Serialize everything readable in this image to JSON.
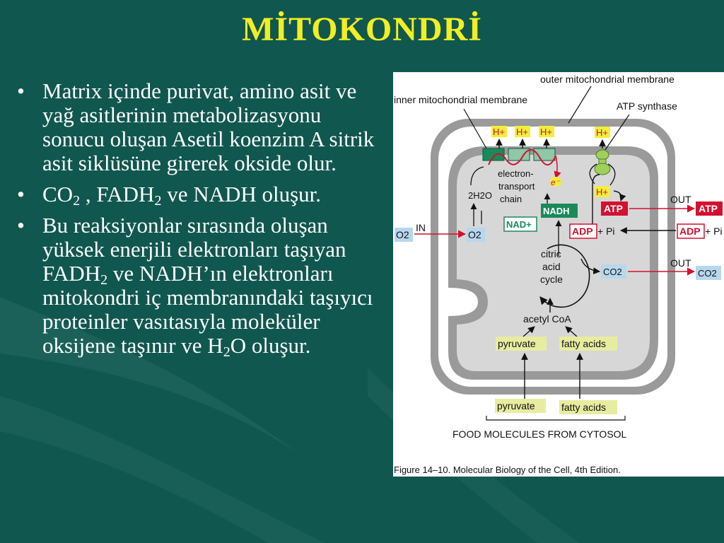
{
  "slide": {
    "title": "MİTOKONDRİ",
    "bullets": [
      {
        "segments": [
          {
            "t": "Matrix içinde   purivat, amino asit ve yağ asitlerinin metabolizasyonu sonucu oluşan Asetil koenzim A sitrik asit siklüsüne girerek okside olur."
          }
        ]
      },
      {
        "segments": [
          {
            "t": "CO"
          },
          {
            "t": "2",
            "sub": true
          },
          {
            "t": " , FADH"
          },
          {
            "t": "2",
            "sub": true
          },
          {
            "t": "  ve NADH oluşur."
          }
        ]
      },
      {
        "segments": [
          {
            "t": "Bu reaksiyonlar sırasında oluşan yüksek enerjili elektronları taşıyan FADH"
          },
          {
            "t": "2",
            "sub": true
          },
          {
            "t": " ve NADH’ın elektronları mitokondri iç membranındaki taşıyıcı proteinler vasıtasıyla moleküler oksijene taşınır ve H"
          },
          {
            "t": "2",
            "sub": true
          },
          {
            "t": "O oluşur."
          }
        ]
      }
    ]
  },
  "figure": {
    "outer_membrane_label": "outer mitochondrial membrane",
    "inner_membrane_label": "inner mitochondrial membrane",
    "atp_synthase_label": "ATP synthase",
    "h_plus": "H+",
    "electron": "e⁻",
    "etc_label_lines": [
      "electron-",
      "transport",
      "chain"
    ],
    "water": "2H2O",
    "o2": "O2",
    "in_label": "IN",
    "out_label": "OUT",
    "nadh": "NADH",
    "nad_plus": "NAD+",
    "atp": "ATP",
    "adp": "ADP",
    "pi": "+ Pi",
    "co2": "CO2",
    "cycle_lines": [
      "citric",
      "acid",
      "cycle"
    ],
    "acetyl_coa": "acetyl CoA",
    "pyruvate": "pyruvate",
    "fatty_acids": "fatty acids",
    "food_label": "FOOD MOLECULES FROM CYTOSOL",
    "caption": "Figure 14–10. Molecular Biology of the Cell, 4th Edition."
  },
  "colors": {
    "background": "#10574f",
    "title": "#f2ee22",
    "membrane": "#9a9a9a",
    "matrix": "#d7d7d7",
    "red": "#d4102f",
    "blue_box": "#b7d7ee",
    "yellow_box": "#f2ee3c",
    "green_box": "#1a8a5a",
    "pale_box": "#e8eca0"
  }
}
